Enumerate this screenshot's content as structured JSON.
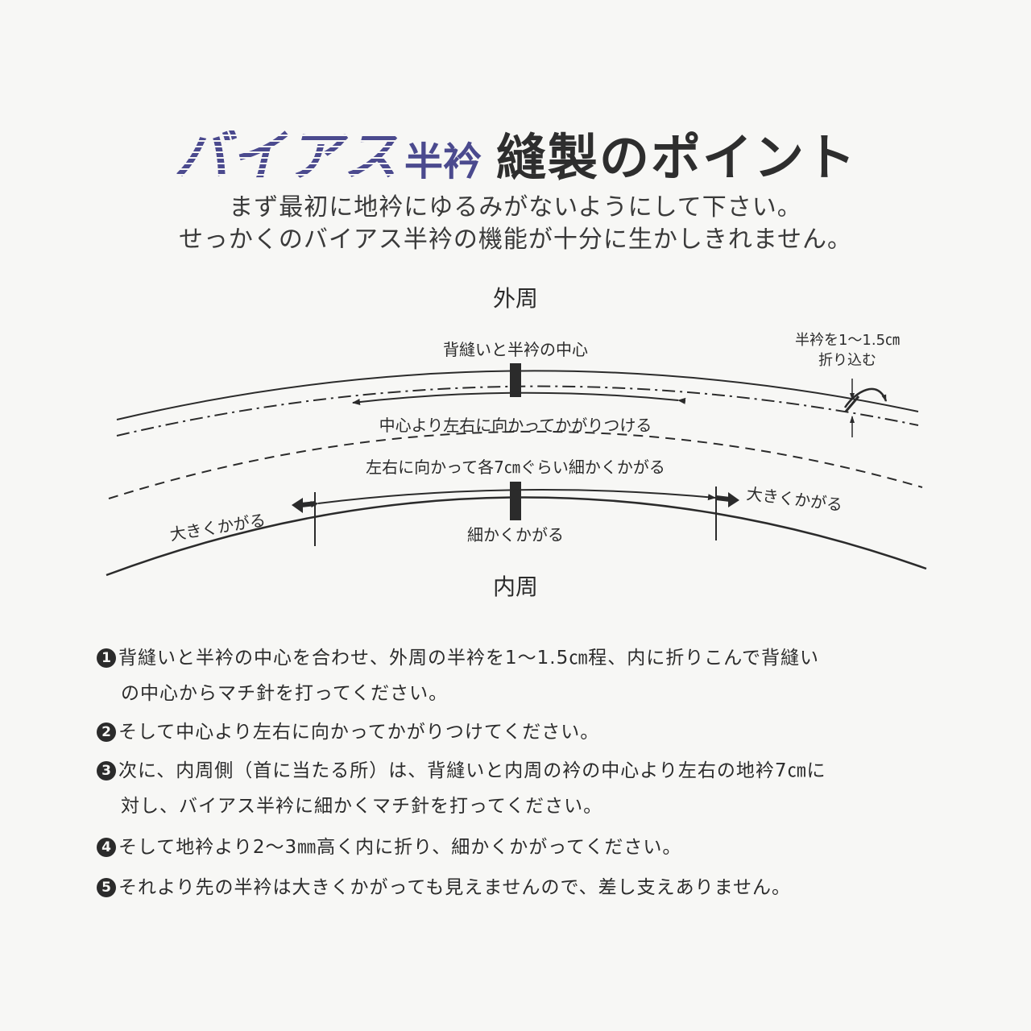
{
  "title": {
    "bias": "バイアス",
    "han": "半衿",
    "main": "縫製のポイント"
  },
  "intro": [
    "まず最初に地衿にゆるみがないようにして下さい。",
    "せっかくのバイアス半衿の機能が十分に生かしきれません。"
  ],
  "diagram": {
    "outer_label": "外周",
    "inner_label": "内周",
    "center_label": "背縫いと半衿の中心",
    "fold_label_1": "半衿を1～1.5㎝",
    "fold_label_2": "折り込む",
    "attach_label": "中心より左右に向かってかがりつける",
    "fine7_label": "左右に向かって各7㎝ぐらい細かくかがる",
    "fine_label": "細かくかがる",
    "big_left_label": "大きくかがる",
    "big_right_label": "大きくかがる"
  },
  "steps": [
    {
      "num": "1",
      "lines": [
        "背縫いと半衿の中心を合わせ、外周の半衿を1～1.5㎝程、内に折りこんで背縫い",
        "の中心からマチ針を打ってください。"
      ]
    },
    {
      "num": "2",
      "lines": [
        "そして中心より左右に向かってかがりつけてください。"
      ]
    },
    {
      "num": "3",
      "lines": [
        "次に、内周側（首に当たる所）は、背縫いと内周の衿の中心より左右の地衿7㎝に",
        "対し、バイアス半衿に細かくマチ針を打ってください。"
      ]
    },
    {
      "num": "4",
      "lines": [
        "そして地衿より2～3㎜高く内に折り、細かくかがってください。"
      ]
    },
    {
      "num": "5",
      "lines": [
        "それより先の半衿は大きくかがっても見えませんので、差し支えありません。"
      ]
    }
  ]
}
